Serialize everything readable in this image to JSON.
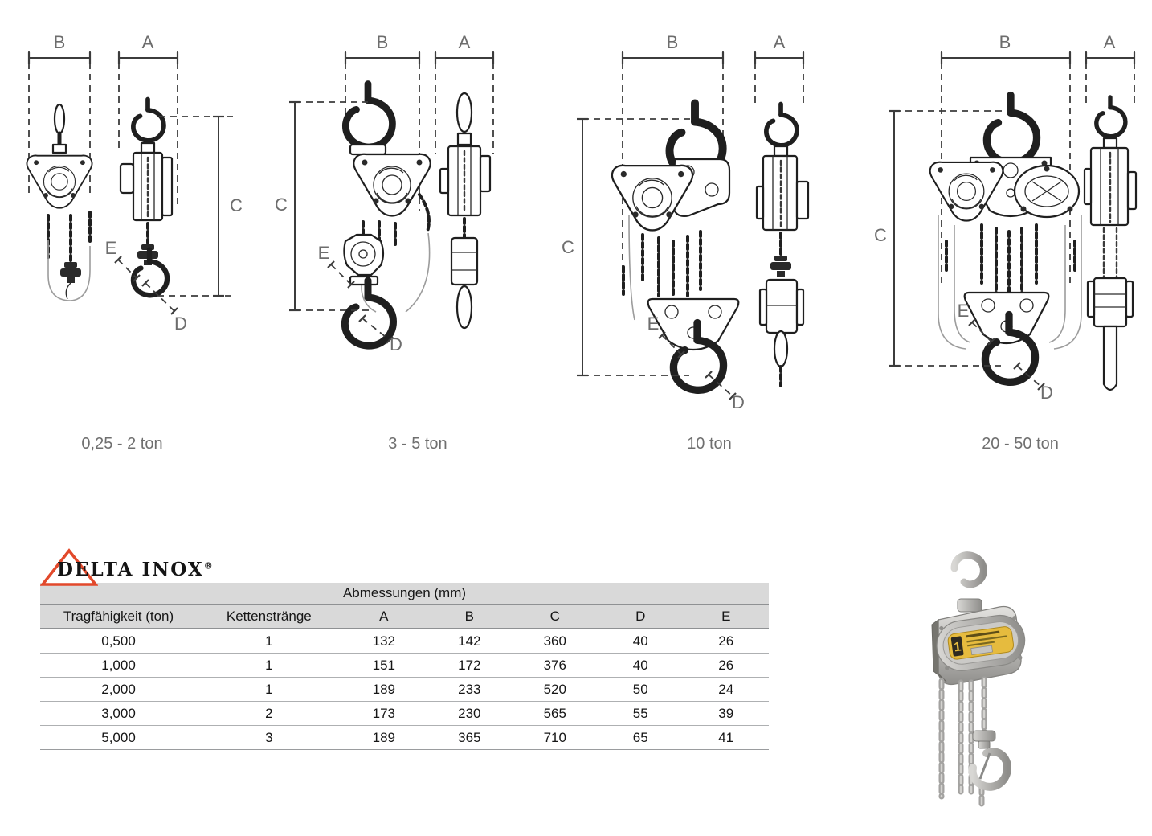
{
  "logo": {
    "brand": "DELTA INOX",
    "registered_mark": "®",
    "triangle_color": "#e2492b"
  },
  "drawings": {
    "dimension_labels": {
      "A": "A",
      "B": "B",
      "C": "C",
      "D": "D",
      "E": "E"
    },
    "groups": [
      {
        "caption": "0,25 - 2 ton"
      },
      {
        "caption": "3 - 5 ton"
      },
      {
        "caption": "10 ton"
      },
      {
        "caption": "20 - 50 ton"
      }
    ]
  },
  "table": {
    "title": "Abmessungen (mm)",
    "columns": [
      "Tragfähigkeit (ton)",
      "Kettenstränge",
      "A",
      "B",
      "C",
      "D",
      "E"
    ],
    "rows": [
      [
        "0,500",
        "1",
        "132",
        "142",
        "360",
        "40",
        "26"
      ],
      [
        "1,000",
        "1",
        "151",
        "172",
        "376",
        "40",
        "26"
      ],
      [
        "2,000",
        "1",
        "189",
        "233",
        "520",
        "50",
        "24"
      ],
      [
        "3,000",
        "2",
        "173",
        "230",
        "565",
        "55",
        "39"
      ],
      [
        "5,000",
        "3",
        "189",
        "365",
        "710",
        "65",
        "41"
      ]
    ]
  },
  "product_photo": {
    "label_text": "1",
    "label_color": "#e6bb3e"
  },
  "colors": {
    "accent_red": "#e2492b",
    "table_band_gray": "#d9d9d9",
    "ink": "#1f1f1f",
    "dimension_gray": "#6d6d6d"
  }
}
